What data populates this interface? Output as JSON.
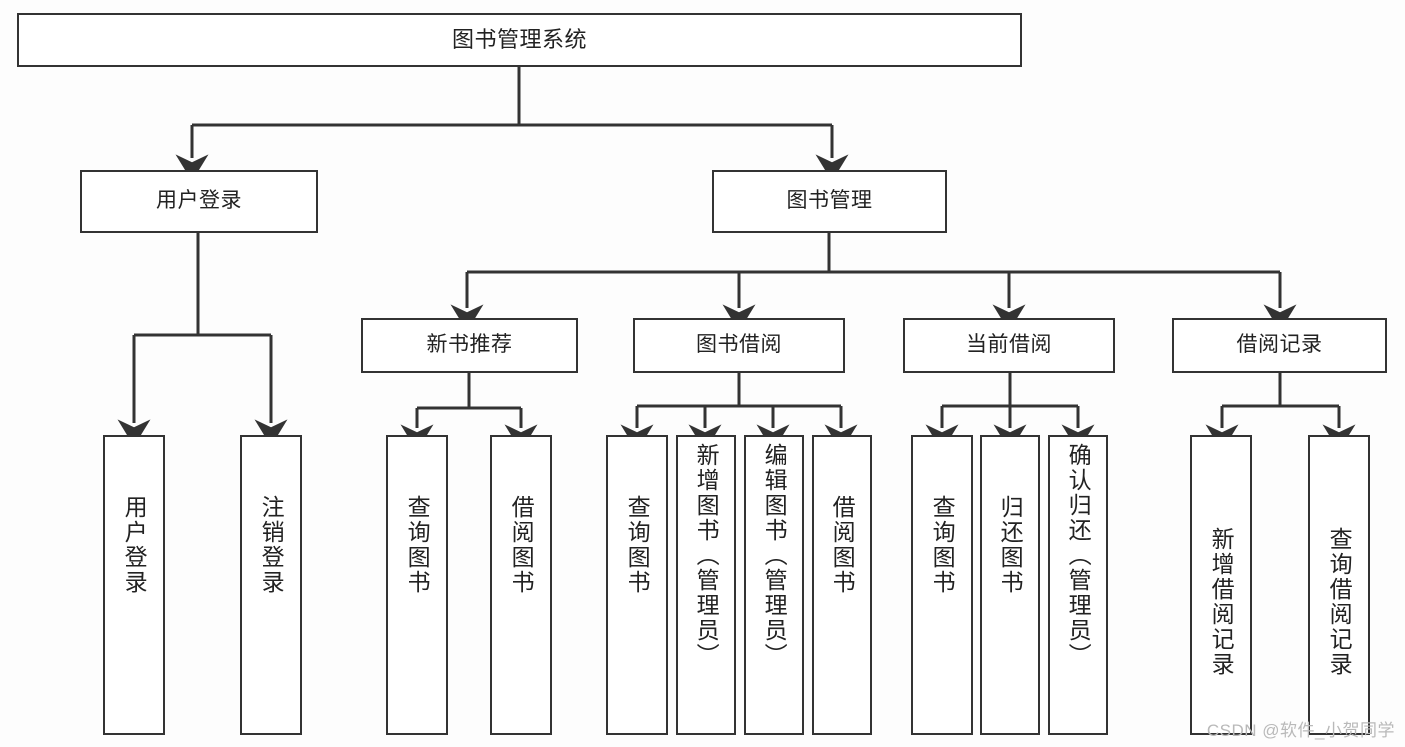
{
  "diagram": {
    "title": "图书管理系统",
    "type": "tree",
    "background_color": "#fdfdfd",
    "line_color": "#333333",
    "box_fill": "#ffffff",
    "text_color": "#222222"
  },
  "nodes": {
    "root": {
      "label": "图书管理系统"
    },
    "level1": [
      {
        "id": "user-login",
        "label": "用户登录"
      },
      {
        "id": "book-manage",
        "label": "图书管理"
      }
    ],
    "level2": [
      {
        "id": "new-book-rec",
        "label": "新书推荐",
        "parent": "book-manage"
      },
      {
        "id": "book-borrow",
        "label": "图书借阅",
        "parent": "book-manage"
      },
      {
        "id": "current-borrow",
        "label": "当前借阅",
        "parent": "book-manage"
      },
      {
        "id": "borrow-record",
        "label": "借阅记录",
        "parent": "book-manage"
      }
    ],
    "leaves": [
      {
        "id": "leaf-user-login",
        "label": "用户登录",
        "parent": "user-login"
      },
      {
        "id": "leaf-logout",
        "label": "注销登录",
        "parent": "user-login"
      },
      {
        "id": "leaf-query-book-1",
        "label": "查询图书",
        "parent": "new-book-rec"
      },
      {
        "id": "leaf-borrow-book-1",
        "label": "借阅图书",
        "parent": "new-book-rec"
      },
      {
        "id": "leaf-query-book-2",
        "label": "查询图书",
        "parent": "book-borrow"
      },
      {
        "id": "leaf-add-book",
        "label": "新增图书（管理员）",
        "parent": "book-borrow"
      },
      {
        "id": "leaf-edit-book",
        "label": "编辑图书（管理员）",
        "parent": "book-borrow"
      },
      {
        "id": "leaf-borrow-book-2",
        "label": "借阅图书",
        "parent": "book-borrow"
      },
      {
        "id": "leaf-query-book-3",
        "label": "查询图书",
        "parent": "current-borrow"
      },
      {
        "id": "leaf-return-book",
        "label": "归还图书",
        "parent": "current-borrow"
      },
      {
        "id": "leaf-confirm-return",
        "label": "确认归还（管理员）",
        "parent": "current-borrow"
      },
      {
        "id": "leaf-add-record",
        "label": "新增借阅记录",
        "parent": "borrow-record"
      },
      {
        "id": "leaf-query-record",
        "label": "查询借阅记录",
        "parent": "borrow-record"
      }
    ]
  },
  "watermark": {
    "text": "CSDN @软件_小贺同学"
  }
}
